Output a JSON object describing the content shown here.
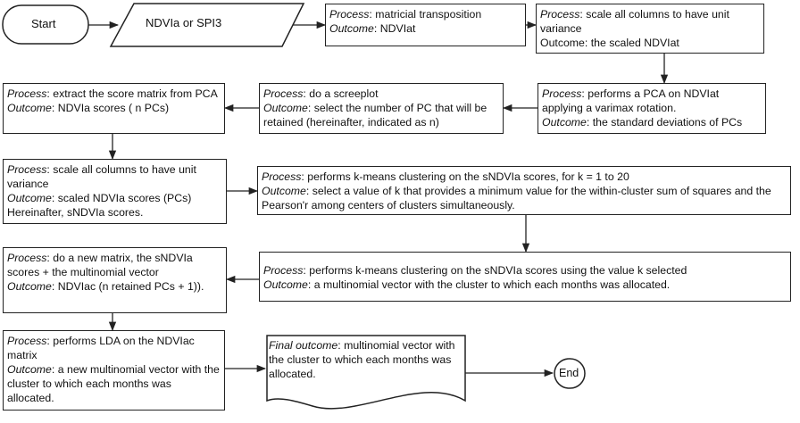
{
  "labels": {
    "process": "Process",
    "outcome_it": "Outcome",
    "outcome_plain": "Outcome",
    "final_outcome": "Final outcome"
  },
  "start": {
    "label": "Start"
  },
  "input": {
    "label": "NDVIa  or  SPI3"
  },
  "end": {
    "label": "End"
  },
  "steps": [
    {
      "process": "matricial transposition",
      "outcome": "NDVIat"
    },
    {
      "process": "scale all columns to have unit variance",
      "outcome": "the scaled NDVIat"
    },
    {
      "process": "performs a PCA on NDVIat applying a varimax rotation.",
      "outcome": "the standard deviations of PCs"
    },
    {
      "process": "do a screeplot",
      "outcome": "select the number of PC that will be retained (hereinafter, indicated as n)"
    },
    {
      "process": "extract the score matrix from PCA",
      "outcome": "NDVIa scores ( n PCs)"
    },
    {
      "process": "scale all columns to have unit variance",
      "outcome": "scaled NDVIa scores (PCs) Hereinafter, sNDVIa scores."
    },
    {
      "process": "performs k-means clustering on the sNDVIa scores, for k = 1 to 20",
      "outcome": "select a value of k that provides a minimum value for the within-cluster sum of squares and the Pearson'r among centers of clusters simultaneously."
    },
    {
      "process": "performs k-means clustering on the sNDVIa scores using the value k selected",
      "outcome": "a multinomial vector with the cluster to which each months was allocated."
    },
    {
      "process": "do a new matrix, the sNDVIa scores + the multinomial vector",
      "outcome": "NDVIac (n retained PCs + 1))."
    },
    {
      "process": "performs LDA on the NDVIac matrix",
      "outcome": "a new multinomial vector with the cluster to which each months was allocated."
    }
  ],
  "final": {
    "outcome": "multinomial vector with the cluster to which each months was allocated."
  }
}
